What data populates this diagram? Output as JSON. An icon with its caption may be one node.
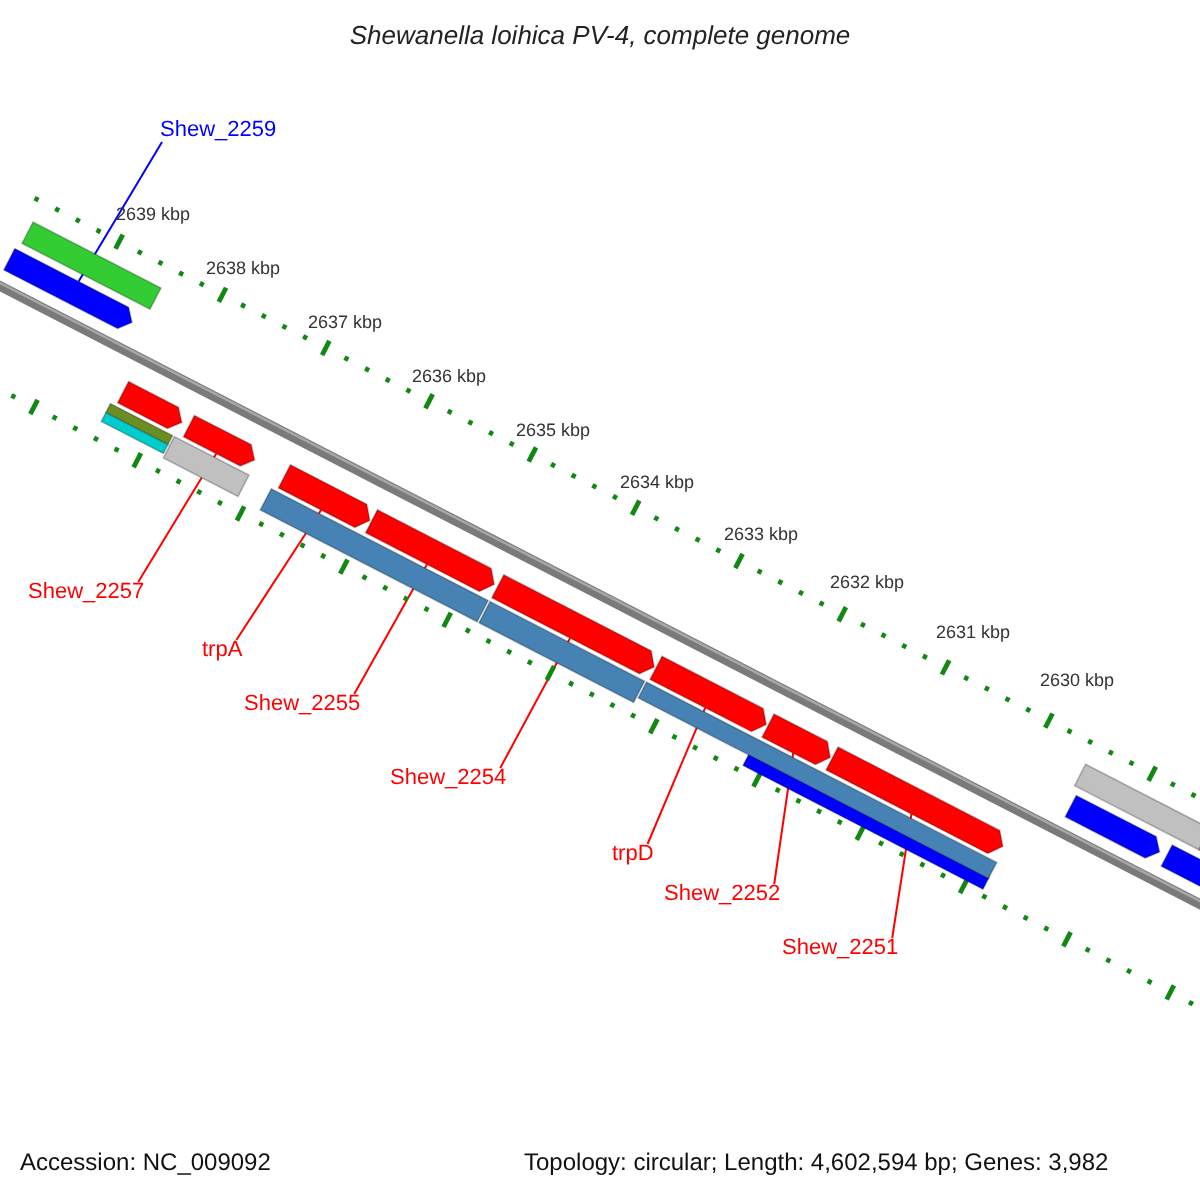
{
  "diagram": {
    "title": "Shewanella loihica PV-4, complete genome",
    "nodes": [
      {
        "text": [
          "Shew_2259"
        ]
      },
      {
        "text": [],
        "shape": "bar"
      },
      {
        "text": [
          "Shew_2257"
        ]
      },
      {
        "text": [],
        "shape": "bar"
      },
      {
        "text": [
          "trpA"
        ]
      },
      {
        "text": [],
        "shape": "bar"
      },
      {
        "text": [
          "Shew_2255"
        ]
      },
      {
        "text": [],
        "shape": "bar"
      },
      {
        "text": [
          "Shew_2254"
        ]
      },
      {
        "text": [],
        "shape": "bar"
      },
      {
        "text": [
          "trpD"
        ]
      },
      {
        "text": [],
        "shape": "bar"
      },
      {
        "text": [
          "Shew_2252"
        ]
      },
      {
        "text": [],
        "shape": "bar"
      },
      {
        "text": [
          "Shew_2251"
        ]
      },
      {
        "text": [],
        "shape": "bar"
      },
      {
        "text": [],
        "shape": "bar"
      },
      {
        "text": [],
        "shape": "bar"
      },
      {
        "text": [],
        "shape": "bar"
      },
      {
        "text": [],
        "shape": "bar"
      },
      {
        "text": [],
        "shape": "bar"
      },
      {
        "text": [],
        "shape": "bar"
      },
      {
        "text": [],
        "shape": "bar"
      },
      {
        "text": [],
        "shape": "bar"
      },
      {
        "text": [],
        "shape": "bar"
      },
      {
        "text": [],
        "shape": "bar"
      },
      {
        "text": [],
        "shape": "bar"
      },
      {
        "text": [],
        "shape": "bar"
      },
      {
        "text": [],
        "shape": "bar"
      }
    ],
    "edges": [
      {
        "from": 0,
        "to": 1,
        "arrow": "none",
        "color": "#0000ff"
      },
      {
        "from": 2,
        "to": 3,
        "arrow": "none"
      },
      {
        "from": 4,
        "to": 5,
        "arrow": "none"
      },
      {
        "from": 6,
        "to": 7,
        "arrow": "none"
      },
      {
        "from": 8,
        "to": 9,
        "arrow": "none"
      },
      {
        "from": 10,
        "to": 11,
        "arrow": "none"
      },
      {
        "from": 12,
        "to": 13,
        "arrow": "none"
      },
      {
        "from": 14,
        "to": 15,
        "arrow": "none"
      }
    ],
    "labels": [
      "2639 kbp",
      "2638 kbp",
      "2637 kbp",
      "2636 kbp",
      "2635 kbp",
      "2634 kbp",
      "2633 kbp",
      "2632 kbp",
      "2631 kbp",
      "2630 kbp",
      "Accession: NC_009092",
      "Topology: circular; Length: 4,602,594 bp; Genes: 3,982"
    ]
  }
}
